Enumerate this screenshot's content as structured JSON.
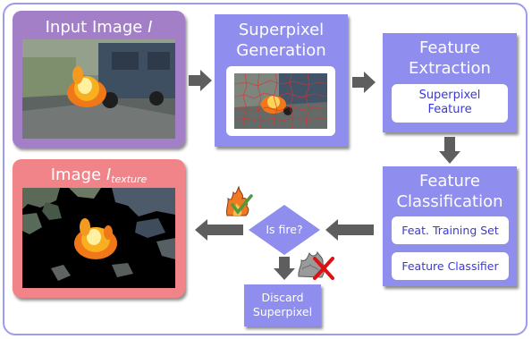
{
  "input_box": {
    "title_text": "Input Image ",
    "title_var": "I"
  },
  "superpixel_box": {
    "line1": "Superpixel",
    "line2": "Generation"
  },
  "extraction_box": {
    "line1": "Feature",
    "line2": "Extraction",
    "inner_line1": "Superpixel",
    "inner_line2": "Feature"
  },
  "classification_box": {
    "line1": "Feature",
    "line2": "Classification",
    "training_set": "Feat. Training Set",
    "classifier": "Feature Classifier"
  },
  "decision": {
    "label": "Is fire?"
  },
  "discard_box": {
    "line1": "Discard",
    "line2": "Superpixel"
  },
  "texture_box": {
    "title_text": "Image ",
    "title_var": "I",
    "title_sub": "texture"
  },
  "colors": {
    "purple_box": "#a27fc7",
    "blue_box": "#8f8dee",
    "red_box": "#f08488",
    "arrow_gray": "#5e5e5e",
    "frame_border": "#9d9bf0",
    "check_green": "#4f9a3f",
    "cross_red": "#dd1111"
  },
  "icons": [
    "fire-check-icon",
    "fire-cross-icon"
  ]
}
